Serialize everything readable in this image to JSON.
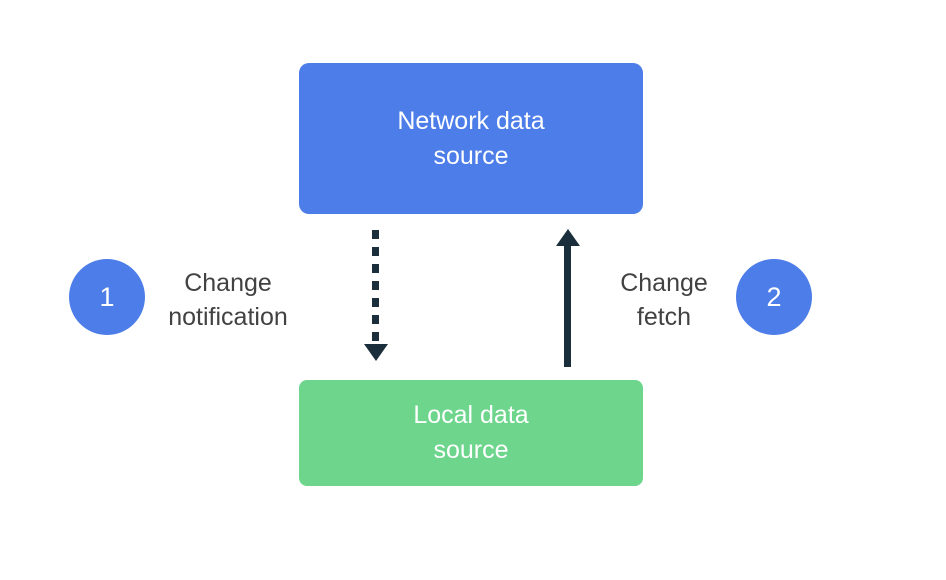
{
  "diagram": {
    "network_box": {
      "label": "Network data source"
    },
    "local_box": {
      "label": "Local data source"
    },
    "step1": {
      "number": "1",
      "label": "Change notification"
    },
    "step2": {
      "number": "2",
      "label": "Change fetch"
    }
  },
  "colors": {
    "box_blue": "#4C7DE8",
    "box_green": "#6DD58C",
    "arrow_dark": "#1B2E3B",
    "label_gray": "#424242",
    "background": "#FFFFFF",
    "box_text": "#FFFFFF"
  }
}
